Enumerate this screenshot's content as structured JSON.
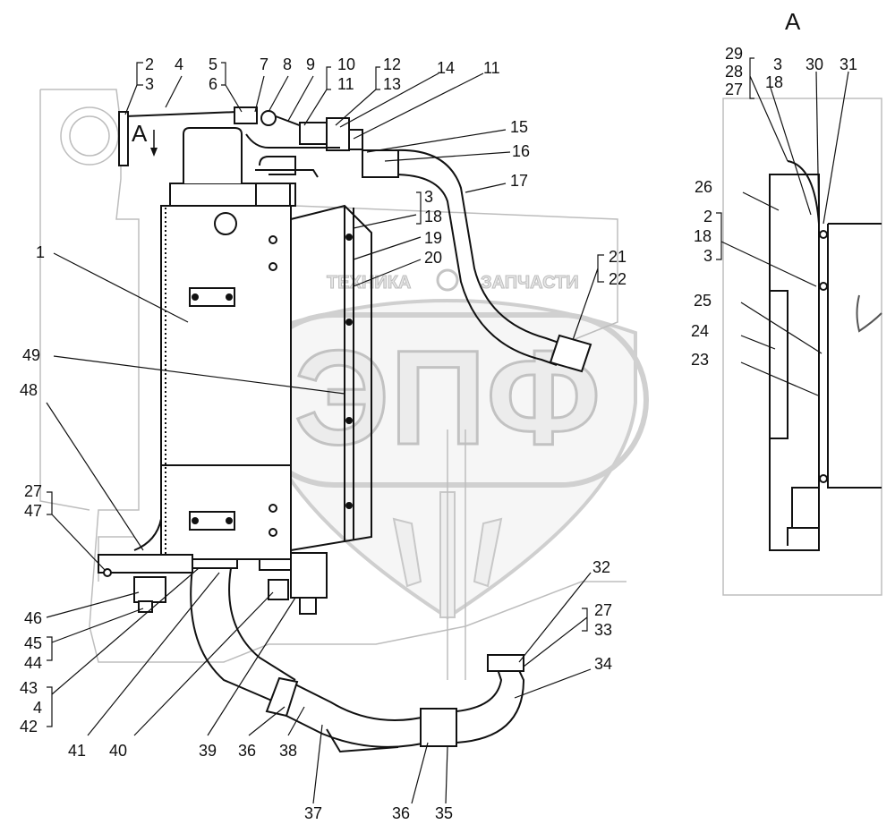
{
  "view_label": "A",
  "watermark": {
    "left": "ТЕХНИКА",
    "right": "ЗАПЧАСТИ",
    "big": "ЭПФ"
  },
  "labels": {
    "l2": "2",
    "l3": "3",
    "l4": "4",
    "l5": "5",
    "l6": "6",
    "l7": "7",
    "l8": "8",
    "l9": "9",
    "l10": "10",
    "l11a": "11",
    "l12": "12",
    "l13": "13",
    "l14": "14",
    "l11b": "11",
    "l15": "15",
    "l16": "16",
    "l17": "17",
    "l3b": "3",
    "l18": "18",
    "l19": "19",
    "l20": "20",
    "l21": "21",
    "l22": "22",
    "l1": "1",
    "l49": "49",
    "l48": "48",
    "l27a": "27",
    "l47": "47",
    "l46": "46",
    "l45": "45",
    "l44": "44",
    "l43": "43",
    "l4b": "4",
    "l42": "42",
    "l41": "41",
    "l40": "40",
    "l39": "39",
    "l36a": "36",
    "l38": "38",
    "l37": "37",
    "l36b": "36",
    "l35": "35",
    "l32": "32",
    "l27b": "27",
    "l33": "33",
    "l34": "34",
    "r29": "29",
    "r28": "28",
    "r27": "27",
    "r3a": "3",
    "r18a": "18",
    "r30": "30",
    "r31": "31",
    "r26": "26",
    "r2": "2",
    "r18b": "18",
    "r3b": "3",
    "r25": "25",
    "r24": "24",
    "r23": "23"
  }
}
